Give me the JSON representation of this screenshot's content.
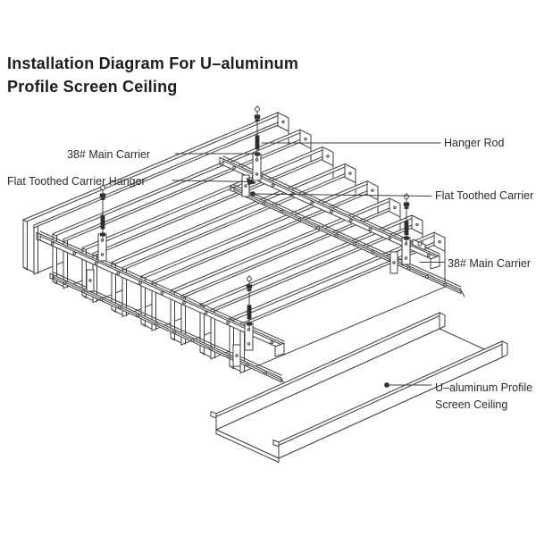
{
  "title": {
    "line1": "Installation Diagram For U–aluminum",
    "line2": "Profile Screen Ceiling"
  },
  "labels": {
    "main_carrier_left": "38# Main Carrier",
    "flat_toothed_carrier_hanger": "Flat Toothed Carrier Hanger",
    "hanger_rod": "Hanger Rod",
    "flat_toothed_carrier": "Flat Toothed Carrier",
    "main_carrier_right": "38# Main Carrier",
    "u_profile_line1": "U–aluminum Profile",
    "u_profile_line2": "Screen Ceiling"
  },
  "colors": {
    "line": "#3d3d3d",
    "dark_fill": "#2e2e2e",
    "text": "#1d1d1d",
    "label_text": "#2b2b2b",
    "background": "#ffffff"
  }
}
